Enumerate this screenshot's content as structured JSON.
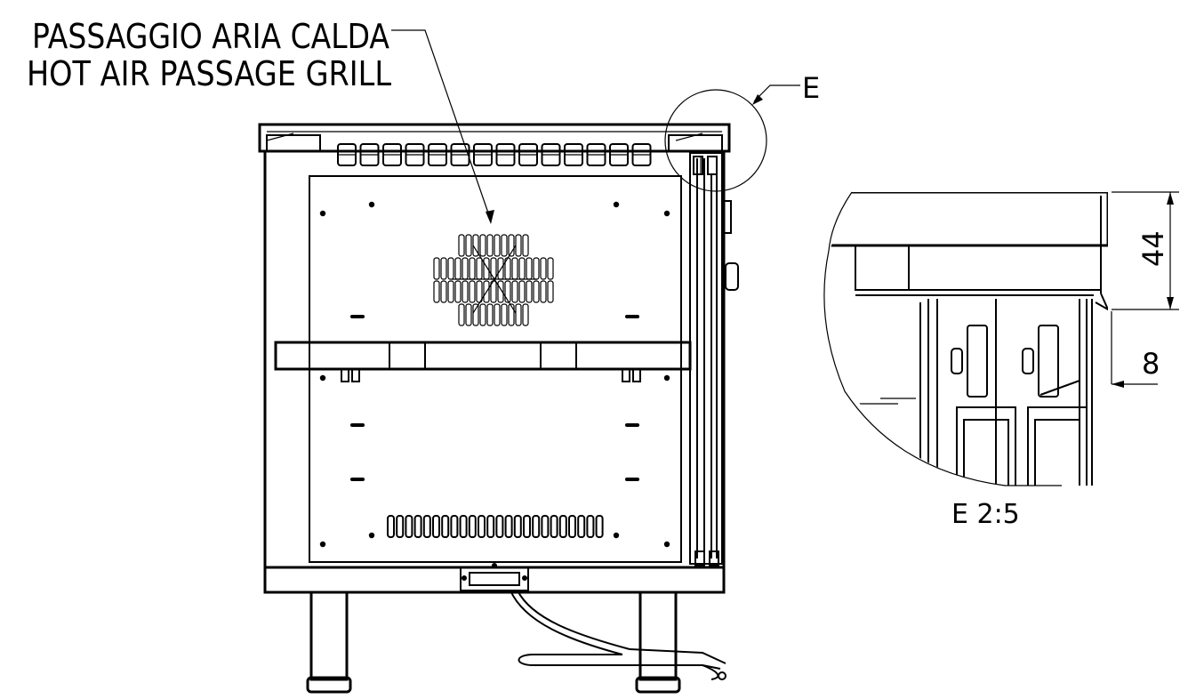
{
  "annotations": {
    "grill_label_it": "PASSAGGIO ARIA CALDA",
    "grill_label_en": "HOT AIR PASSAGE GRILL",
    "detail_callout": "E",
    "detail_view_label": "E 2:5"
  },
  "dimensions": {
    "top_thickness": "44",
    "offset": "8"
  }
}
